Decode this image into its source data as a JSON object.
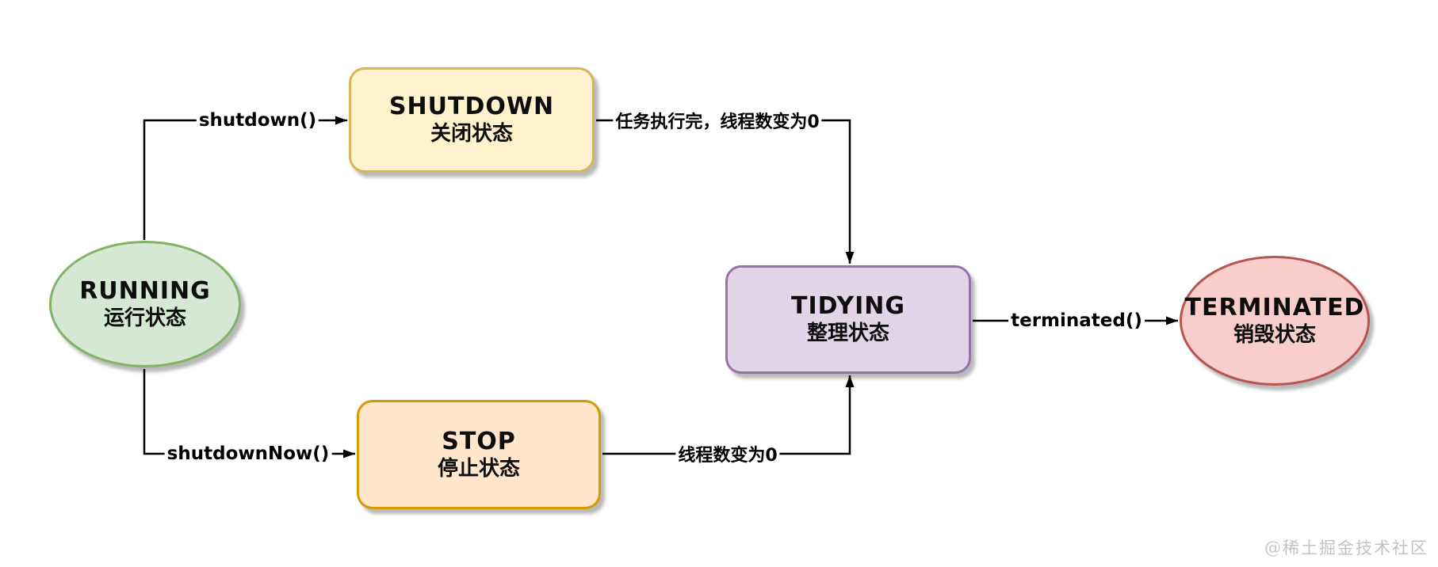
{
  "diagram": {
    "title": "ThreadPoolExecutor state transitions",
    "edge_color": "#000000",
    "nodes": {
      "running": {
        "title": "RUNNING",
        "subtitle": "运行状态",
        "fill": "#d5e8d4",
        "stroke": "#82b366",
        "shape": "ellipse"
      },
      "shutdown": {
        "title": "SHUTDOWN",
        "subtitle": "关闭状态",
        "fill": "#fff2cc",
        "stroke": "#d6b656",
        "shape": "rect"
      },
      "stop": {
        "title": "STOP",
        "subtitle": "停止状态",
        "fill": "#ffe6cc",
        "stroke": "#d79b00",
        "shape": "rect"
      },
      "tidying": {
        "title": "TIDYING",
        "subtitle": "整理状态",
        "fill": "#e1d5e7",
        "stroke": "#9673a6",
        "shape": "rect"
      },
      "terminated": {
        "title": "TERMINATED",
        "subtitle": "销毁状态",
        "fill": "#f8cecc",
        "stroke": "#b85450",
        "shape": "ellipse"
      }
    },
    "edges": {
      "running_to_shutdown": {
        "label": "shutdown()",
        "from": "running",
        "to": "shutdown"
      },
      "running_to_stop": {
        "label": "shutdownNow()",
        "from": "running",
        "to": "stop"
      },
      "shutdown_to_tidying": {
        "label": "任务执行完，线程数变为0",
        "from": "shutdown",
        "to": "tidying"
      },
      "stop_to_tidying": {
        "label": "线程数变为0",
        "from": "stop",
        "to": "tidying"
      },
      "tidying_to_terminated": {
        "label": "terminated()",
        "from": "tidying",
        "to": "terminated"
      }
    }
  },
  "watermark": "@稀土掘金技术社区"
}
